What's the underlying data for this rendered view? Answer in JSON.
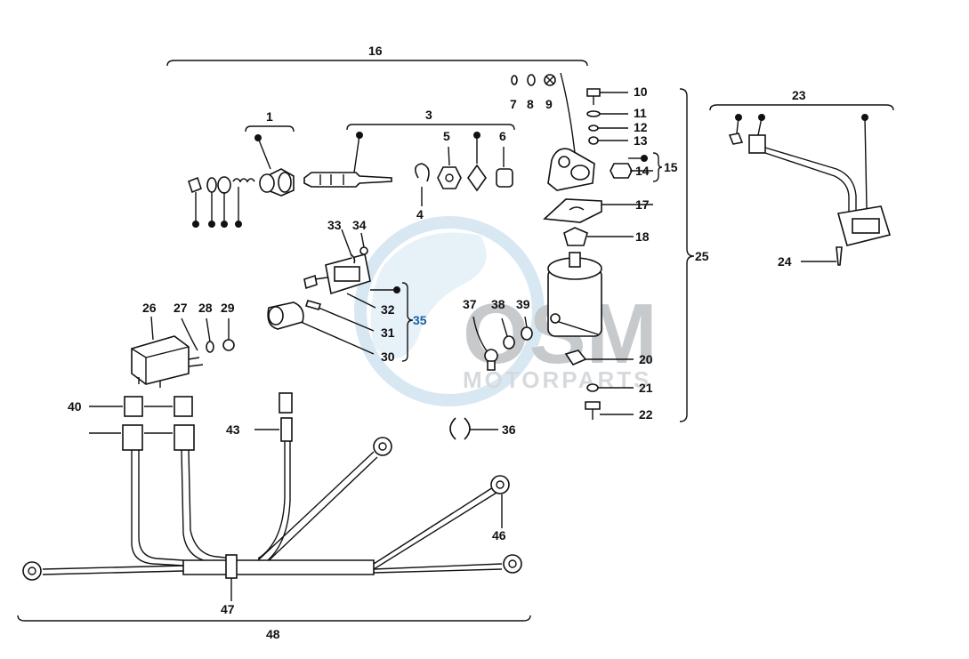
{
  "watermark": {
    "brand": "OSM",
    "subtitle": "MOTORPARTS",
    "colors": {
      "globe": "#b9d6ea",
      "letters": "#9aa0a6",
      "subtitle": "#b8bcc2"
    }
  },
  "labels": {
    "l1": "1",
    "l3": "3",
    "l4": "4",
    "l5": "5",
    "l6": "6",
    "l7": "7",
    "l8": "8",
    "l9": "9",
    "l10": "10",
    "l11": "11",
    "l12": "12",
    "l13": "13",
    "l14": "14",
    "l15": "15",
    "l16": "16",
    "l17": "17",
    "l18": "18",
    "l20": "20",
    "l21": "21",
    "l22": "22",
    "l23": "23",
    "l24": "24",
    "l25": "25",
    "l26": "26",
    "l27": "27",
    "l28": "28",
    "l29": "29",
    "l30": "30",
    "l31": "31",
    "l32": "32",
    "l33": "33",
    "l34": "34",
    "l35": "35",
    "l36": "36",
    "l37": "37",
    "l38": "38",
    "l39": "39",
    "l40": "40",
    "l43": "43",
    "l46": "46",
    "l47": "47",
    "l48": "48"
  }
}
